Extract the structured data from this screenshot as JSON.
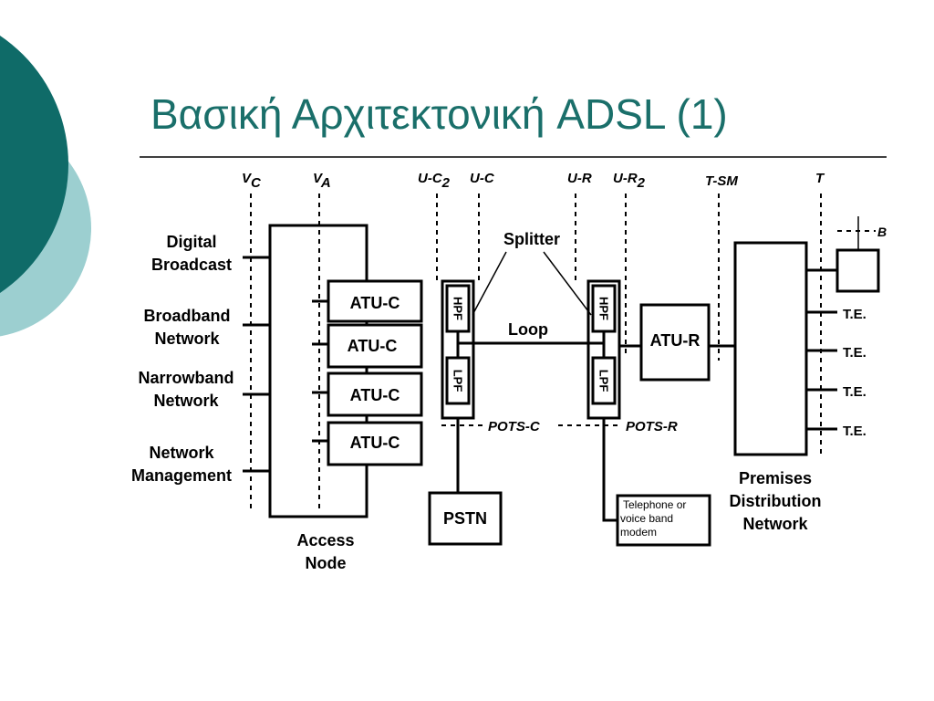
{
  "slide": {
    "title": "Βασική Αρχιτεκτονική ADSL (1)",
    "accent_colors": {
      "dark_teal": "#0f6b68",
      "light_teal": "#9ccfd0",
      "title": "#1a6f6a"
    }
  },
  "diagram": {
    "reference_points": {
      "vc_main": "V",
      "vc_sub": "C",
      "va_main": "V",
      "va_sub": "A",
      "uc2_main": "U-C",
      "uc2_sub": "2",
      "uc": "U-C",
      "ur": "U-R",
      "ur2_main": "U-R",
      "ur2_sub": "2",
      "tsm": "T-SM",
      "t": "T",
      "b": "B"
    },
    "networks": {
      "digital_broadcast": [
        "Digital",
        "Broadcast"
      ],
      "broadband": [
        "Broadband",
        "Network"
      ],
      "narrowband": [
        "Narrowband",
        "Network"
      ],
      "management": [
        "Network",
        "Management"
      ]
    },
    "atu_c": [
      "ATU-C",
      "ATU-C",
      "ATU-C",
      "ATU-C"
    ],
    "access_node": [
      "Access",
      "Node"
    ],
    "splitter": "Splitter",
    "hpf": "HPF",
    "lpf": "LPF",
    "loop": "Loop",
    "pots_c": "POTS-C",
    "pots_r": "POTS-R",
    "pstn": "PSTN",
    "atu_r": "ATU-R",
    "telephone": [
      "Telephone or",
      "voice band",
      "modem"
    ],
    "premises": [
      "Premises",
      "Distribution",
      "Network"
    ],
    "te": [
      "T.E.",
      "T.E.",
      "T.E.",
      "T.E."
    ]
  }
}
